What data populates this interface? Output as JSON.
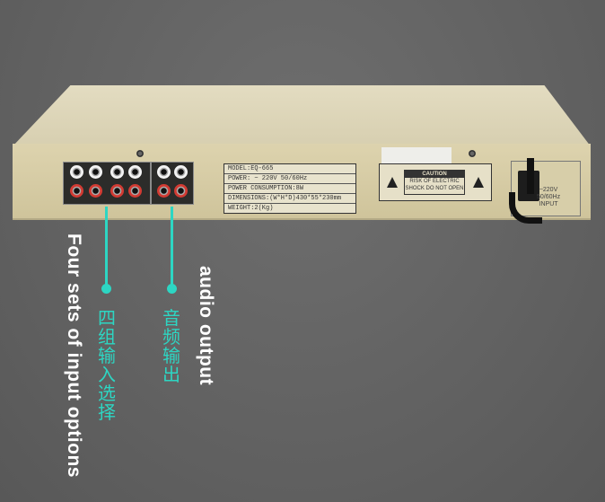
{
  "device": {
    "nameplate": [
      "MODEL:EQ-665",
      "POWER: ~ 220V 50/60Hz",
      "POWER CONSUMPTION:8W",
      "DIMENSIONS:(W*H*D)430*55*230mm",
      "WEIGHT:2(Kg)"
    ],
    "caution_title": "CAUTION",
    "caution_line1": "RISK OF ELECTRIC",
    "caution_line2": "SHOCK DO NOT OPEN",
    "power_label_line1": "~220V",
    "power_label_line2": "50/60Hz",
    "power_label_line3": "INPUT"
  },
  "annotations": {
    "input_en": "Four sets of input options",
    "input_zh": "四组输入选择",
    "output_en": "audio output",
    "output_zh": "音频输出"
  },
  "colors": {
    "accent": "#2dd6c3",
    "background": "#656565",
    "chassis": "#d7cfb0"
  }
}
